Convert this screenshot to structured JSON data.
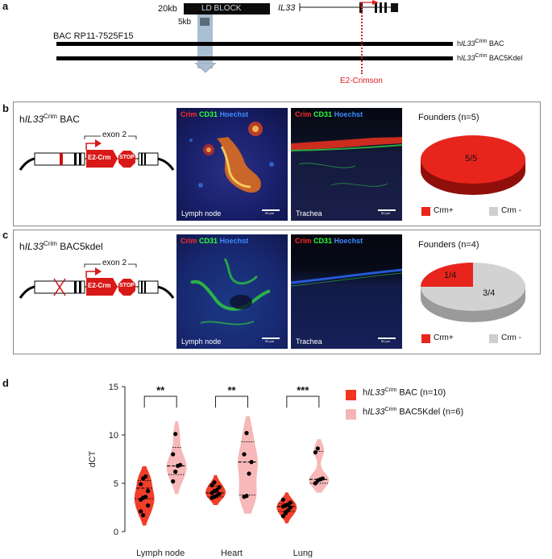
{
  "panel_a": {
    "letter": "a",
    "scale_20kb": "20kb",
    "ld_block": "LD BLOCK",
    "scale_5kb": "5kb",
    "gene_prefix": "IL33",
    "bac_name": "BAC RP11-7525F15",
    "line1_pre": "h",
    "line1_gene": "IL33",
    "line1_sup": "Crim",
    "line1_post": " BAC",
    "line2_pre": "h",
    "line2_gene": "IL33",
    "line2_sup": "Crim",
    "line2_post": " BAC5Kdel",
    "e2_label": "E2-Crimson"
  },
  "panel_b": {
    "letter": "b",
    "title_pre": "h",
    "title_gene": "IL33",
    "title_sup": "Crim",
    "title_post": " BAC",
    "exon_label": "exon 2",
    "e2crm": "E2-Crm",
    "stop": "STOP",
    "stain_crim": "Crim",
    "stain_cd31": "CD31",
    "stain_hoechst": "Hoechst",
    "tissue1": "Lymph node",
    "tissue2": "Trachea",
    "scale1": "50 µm",
    "scale2": "50 µm",
    "founders_title": "Founders (n=5)",
    "pie_label": "5/5",
    "legend_pos": "Crm+",
    "legend_neg": "Crm -"
  },
  "panel_c": {
    "letter": "c",
    "title_pre": "h",
    "title_gene": "IL33",
    "title_sup": "Crim",
    "title_post": " BAC5kdel",
    "exon_label": "exon 2",
    "e2crm": "E2-Crm",
    "stop": "STOP",
    "stain_crim": "Crim",
    "stain_cd31": "CD31",
    "stain_hoechst": "Hoechst",
    "tissue1": "Lymph node",
    "tissue2": "Trachea",
    "scale1": "50 µm",
    "scale2": "50 µm",
    "founders_title": "Founders (n=4)",
    "pie_label_pos": "1/4",
    "pie_label_neg": "3/4",
    "legend_pos": "Crm+",
    "legend_neg": "Crm -"
  },
  "panel_d": {
    "letter": "d",
    "legend1_pre": "h",
    "legend1_gene": "IL33",
    "legend1_sup": "Crim",
    "legend1_post": "BAC (n=10)",
    "legend2_pre": "h",
    "legend2_gene": "IL33",
    "legend2_sup": "Crim",
    "legend2_post": "BAC5Kdel (n=6)"
  },
  "colors": {
    "crm_pos": "#e8251c",
    "crm_neg": "#cfcfcf",
    "bac": "#f0341f",
    "bac5kdel": "#f6b5b5",
    "ld_shade": "#a9bfd3"
  },
  "chart_data": {
    "type": "violin",
    "ylabel": "dCT",
    "ylim": [
      0,
      15
    ],
    "yticks": [
      "0",
      "5",
      "10",
      "15"
    ],
    "categories": [
      "Lymph node",
      "Heart",
      "Lung"
    ],
    "significance": [
      "**",
      "**",
      "***"
    ],
    "series": [
      {
        "name": "hIL33Crim BAC (n=10)",
        "color": "#f0341f",
        "points": [
          [
            3.3,
            3.5,
            3.6,
            4.2,
            4.9,
            5.5,
            5.7,
            2.7,
            2.1,
            1.7
          ],
          [
            3.5,
            3.6,
            3.7,
            3.9,
            4.0,
            4.2,
            4.3,
            4.6,
            4.8,
            5.1
          ],
          [
            1.6,
            2.0,
            2.2,
            2.5,
            2.6,
            2.7,
            2.8,
            3.0,
            3.3,
            1.9
          ]
        ],
        "median": [
          4.5,
          4.0,
          2.6
        ],
        "quartiles": [
          [
            3.4,
            5.3
          ],
          [
            3.6,
            4.7
          ],
          [
            2.1,
            2.9
          ]
        ]
      },
      {
        "name": "hIL33Crim BAC5Kdel (n=6)",
        "color": "#f6b5b5",
        "points": [
          [
            5.2,
            6.2,
            6.8,
            6.9,
            8.0,
            10.1
          ],
          [
            3.6,
            3.7,
            6.0,
            7.2,
            8.0,
            10.2
          ],
          [
            5.0,
            5.3,
            5.4,
            5.5,
            8.2,
            8.6
          ]
        ],
        "median": [
          6.8,
          7.2,
          5.4
        ],
        "quartiles": [
          [
            5.9,
            8.7
          ],
          [
            3.8,
            9.3
          ],
          [
            5.0,
            8.3
          ]
        ]
      }
    ]
  }
}
